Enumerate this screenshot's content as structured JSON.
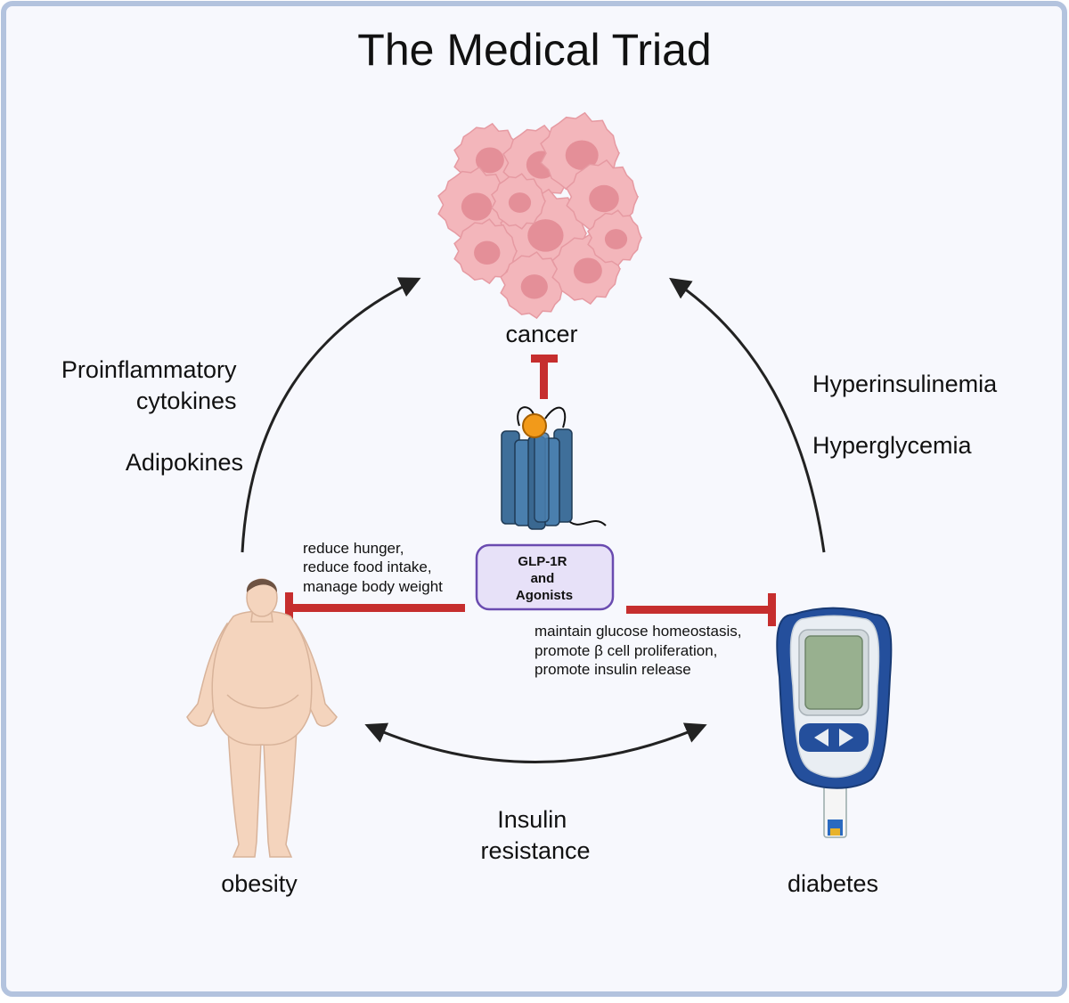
{
  "title": "The Medical Triad",
  "nodes": {
    "cancer": {
      "label": "cancer"
    },
    "obesity": {
      "label": "obesity"
    },
    "diabetes": {
      "label": "diabetes"
    },
    "receptor": {
      "label_lines": [
        "GLP-1R",
        "and",
        "Agonists"
      ]
    }
  },
  "edges": {
    "obesity_to_cancer": [
      "Proinflammatory",
      "cytokines",
      "",
      "Adipokines"
    ],
    "diabetes_to_cancer": [
      "Hyperinsulinemia",
      "",
      "Hyperglycemia"
    ],
    "obesity_diabetes": [
      "Insulin",
      "resistance"
    ]
  },
  "effects": {
    "on_obesity": [
      "reduce hunger,",
      "reduce food intake,",
      "manage body weight"
    ],
    "on_diabetes": [
      "maintain glucose homeostasis,",
      "promote β cell proliferation,",
      "promote insulin release"
    ]
  },
  "colors": {
    "frame": "#b3c3de",
    "background": "#f7f8fd",
    "inhibit": "#c62e2e",
    "arrow": "#222222",
    "cell_fill": "#f3b6bb",
    "cell_nucleus": "#e48f98",
    "receptor_blue": "#3f6f9a",
    "ligand_orange": "#f29a1a",
    "receptor_box_fill": "#e7e1f8",
    "receptor_box_stroke": "#6a4bb0",
    "skin": "#f4d4bd",
    "device_blue": "#244f9c"
  }
}
